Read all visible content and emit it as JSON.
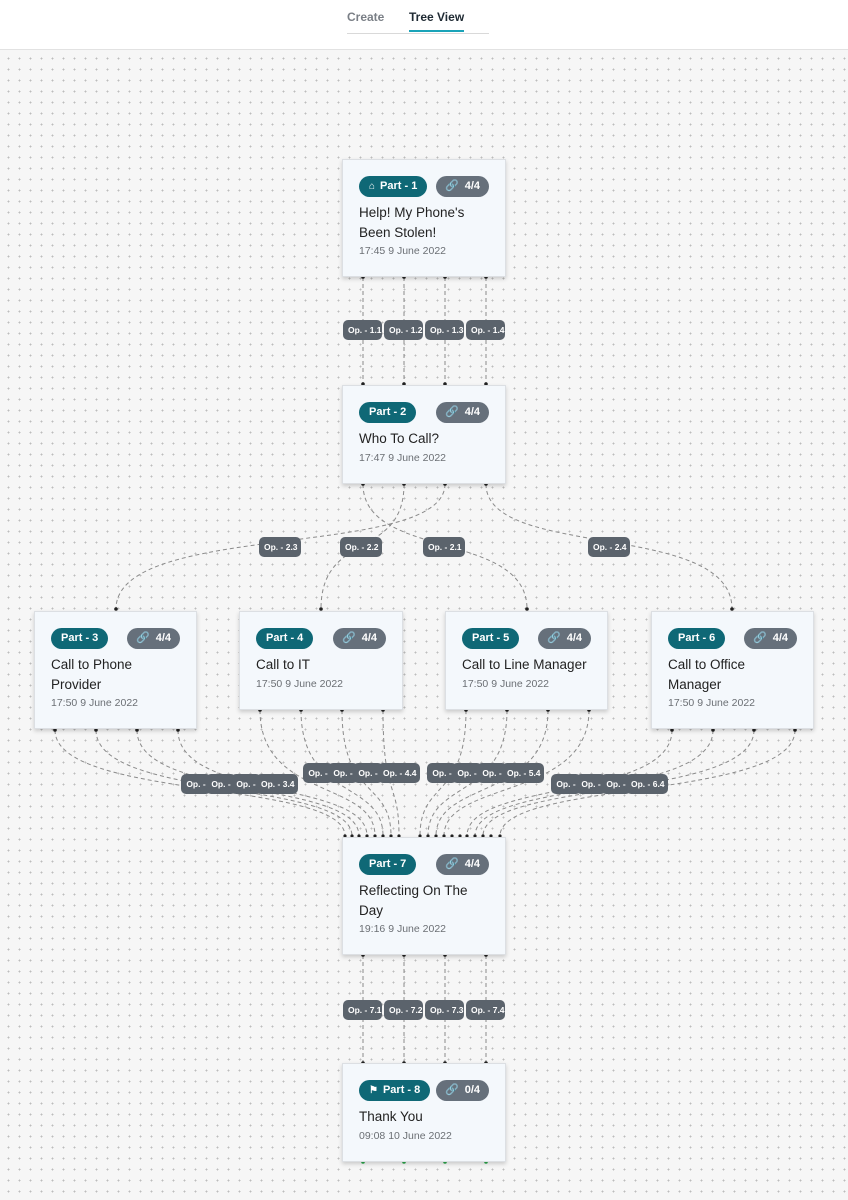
{
  "tabs": {
    "create": "Create",
    "tree_view": "Tree View"
  },
  "colors": {
    "part_badge": "#0f6876",
    "link_badge": "#66707b",
    "op_badge": "#5b636c",
    "accent": "#1aa3b8"
  },
  "nodes": [
    {
      "part": "Part - 1",
      "icon": "home-icon",
      "links": "4/4",
      "title": "Help! My Phone's Been Stolen!",
      "time": "17:45  9 June 2022"
    },
    {
      "part": "Part - 2",
      "links": "4/4",
      "title": "Who To Call?",
      "time": "17:47  9 June 2022"
    },
    {
      "part": "Part - 3",
      "links": "4/4",
      "title": "Call to Phone Provider",
      "time": "17:50  9 June 2022"
    },
    {
      "part": "Part - 4",
      "links": "4/4",
      "title": "Call to IT",
      "time": "17:50  9 June 2022"
    },
    {
      "part": "Part - 5",
      "links": "4/4",
      "title": "Call to Line Manager",
      "time": "17:50  9 June 2022"
    },
    {
      "part": "Part - 6",
      "links": "4/4",
      "title": "Call to Office Manager",
      "time": "17:50  9 June 2022"
    },
    {
      "part": "Part - 7",
      "links": "4/4",
      "title": "Reflecting On The Day",
      "time": "19:16  9 June 2022"
    },
    {
      "part": "Part - 8",
      "icon": "finish-flag-icon",
      "links": "0/4",
      "title": "Thank You",
      "time": "09:08  10 June 2022"
    }
  ],
  "options": {
    "p1": [
      "Op. - 1.1",
      "Op. - 1.2",
      "Op. - 1.3",
      "Op. - 1.4"
    ],
    "p2": [
      "Op. - 2.3",
      "Op. - 2.2",
      "Op. - 2.1",
      "Op. - 2.4"
    ],
    "p3": [
      "Op. -",
      "Op. -",
      "Op. -",
      "Op. - 3.4"
    ],
    "p4": [
      "Op. -",
      "Op. -",
      "Op. -",
      "Op. - 4.4"
    ],
    "p5": [
      "Op. -",
      "Op. -",
      "Op. -",
      "Op. - 5.4"
    ],
    "p6": [
      "Op. -",
      "Op. -",
      "Op. -",
      "Op. - 6.4"
    ],
    "p7": [
      "Op. - 7.1",
      "Op. - 7.2",
      "Op. - 7.3",
      "Op. - 7.4"
    ]
  }
}
